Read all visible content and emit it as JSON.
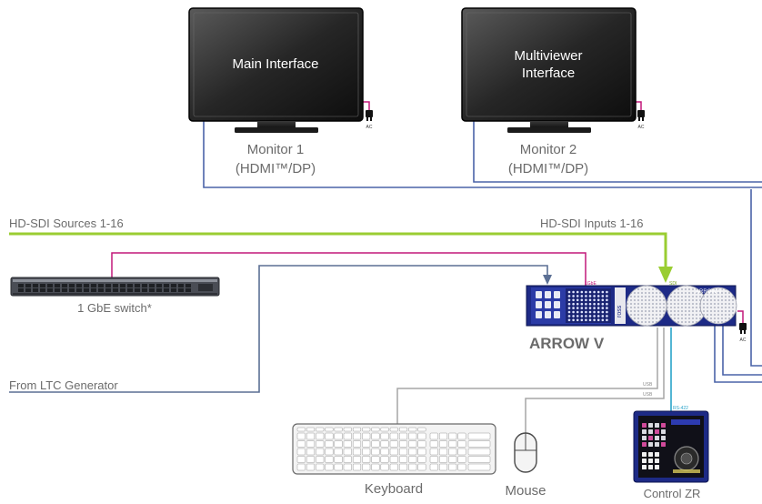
{
  "monitor1": {
    "screen_label": "Main Interface",
    "caption_line1": "Monitor 1",
    "caption_line2": "(HDMI™/DP)"
  },
  "monitor2": {
    "screen_label_line1": "Multiviewer",
    "screen_label_line2": "Interface",
    "caption_line1": "Monitor 2",
    "caption_line2": "(HDMI™/DP)"
  },
  "ac_label": "AC",
  "sources_label": "HD-SDI Sources 1-16",
  "inputs_label": "HD-SDI Inputs 1-16",
  "switch_label": "1 GbE switch*",
  "ltc_label": "From LTC Generator",
  "device": {
    "name": "ARROW V",
    "panel_text": "ARROW-V",
    "brand": "ross",
    "port_labels": {
      "gbe": "1GbE",
      "sdi": "SDI",
      "usb1": "USB",
      "usb2": "USB",
      "rs422": "RS-422"
    }
  },
  "peripherals": {
    "keyboard": "Keyboard",
    "mouse": "Mouse",
    "control": "Control ZR"
  },
  "colors": {
    "sdi_cable": "#9acd32",
    "network_cable": "#c2187a",
    "video_cable": "#4a63a8",
    "ltc_cable": "#5b6f94",
    "usb_cable": "#9a9a9a",
    "rs422_cable": "#29a3c9",
    "device_blue": "#1d2a86",
    "label_gray": "#6b6b6b"
  }
}
